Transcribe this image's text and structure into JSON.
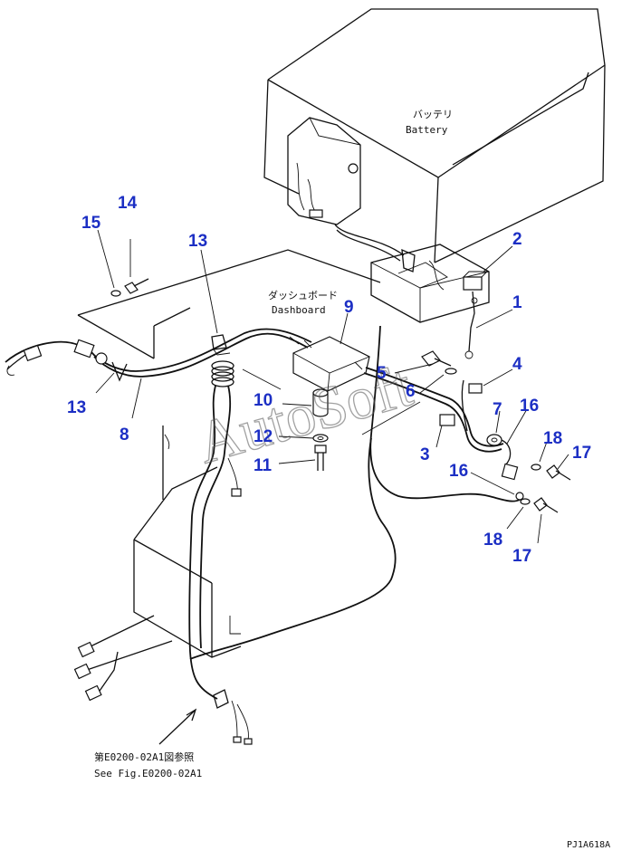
{
  "labels": {
    "battery_jp": "バッテリ",
    "battery_en": "Battery",
    "dashboard_jp": "ダッシュボード",
    "dashboard_en": "Dashboard",
    "see_fig_jp": "第E0200-02A1図参照",
    "see_fig_en": "See Fig.E0200-02A1",
    "watermark": "AutoSoft",
    "code": "PJ1A618A"
  },
  "callouts": [
    "1",
    "2",
    "3",
    "4",
    "5",
    "6",
    "7",
    "8",
    "9",
    "10",
    "11",
    "12",
    "13",
    "13",
    "14",
    "15",
    "16",
    "16",
    "17",
    "17",
    "18",
    "18"
  ],
  "colors": {
    "callout": "#1c2fc4",
    "line": "#111111"
  }
}
